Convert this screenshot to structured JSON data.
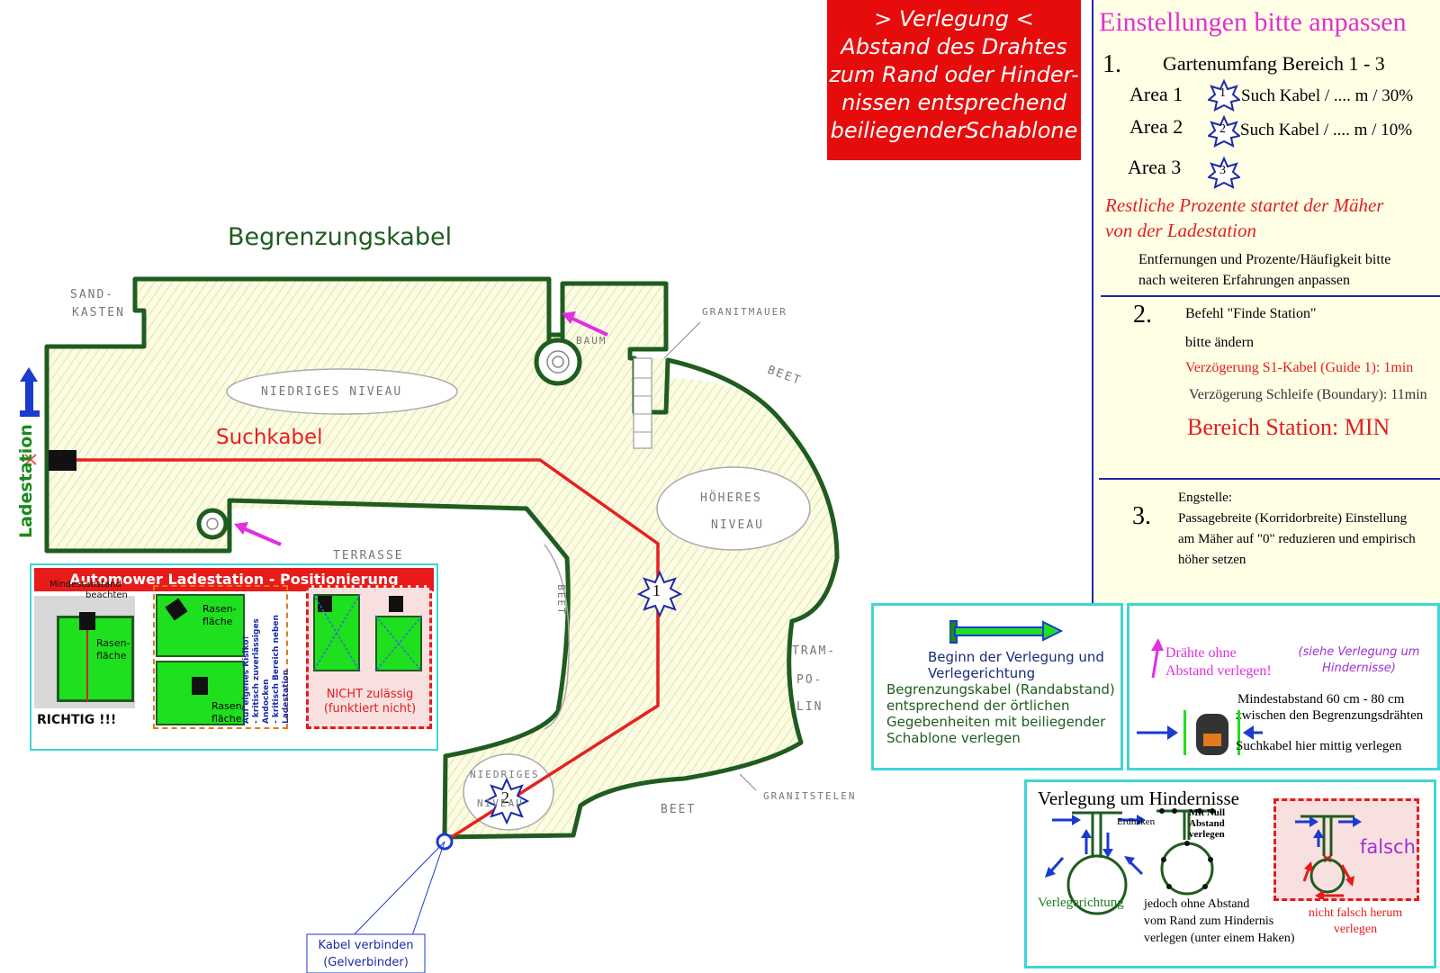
{
  "header": {
    "verlegung_lines": [
      "> Verlegung <",
      "Abstand des Drahtes",
      "zum Rand oder Hinder-",
      "nissen entsprechend",
      "beiliegenderSchablone"
    ]
  },
  "garden": {
    "title": "Begrenzungskabel",
    "guide_label": "Suchkabel",
    "station_label": "Ladestation",
    "connect_label_line1": "Kabel verbinden",
    "connect_label_line2": "(Gelverbinder)",
    "marker_1": "1",
    "marker_2": "2",
    "sketch": {
      "sandkasten_1": "SAND-",
      "sandkasten_2": "KASTEN",
      "baum": "BAUM",
      "granitmauer": "GRANITMAUER",
      "niedriges_niveau": "NIEDRIGES NIVEAU",
      "beet_top": "BEET",
      "hoeheres_1": "HÖHERES",
      "hoeheres_2": "NIVEAU",
      "terrasse": "TERRASSE",
      "beet_mid": "BEET",
      "tram_1": "TRAM-",
      "tram_2": "PO-",
      "tram_3": "LIN",
      "niedriges_2": "NIEDRIGES",
      "niedriges_3": "NIVEAU",
      "granitstelen": "GRANITSTELEN",
      "beet_bottom": "BEET"
    }
  },
  "settings": {
    "title": "Einstellungen bitte anpassen",
    "s1_num": "1.",
    "s1_title": "Gartenumfang Bereich 1 - 3",
    "areas": [
      {
        "label": "Area 1",
        "num": "1",
        "text": "Such Kabel / .... m / 30%"
      },
      {
        "label": "Area 2",
        "num": "2",
        "text": "Such Kabel / .... m / 10%"
      },
      {
        "label": "Area 3",
        "num": "3",
        "text": ""
      }
    ],
    "rest_line1": "Restliche Prozente  startet der Mäher",
    "rest_line2": "von der Ladestation",
    "note_line1": "Entfernungen und Prozente/Häufigkeit bitte",
    "note_line2": "nach weiteren Erfahrungen anpassen",
    "s2_num": "2.",
    "s2_line1": "Befehl \"Finde Station\"",
    "s2_line2": "bitte ändern",
    "s2_line3": "Verzögerung S1-Kabel (Guide 1): 1min",
    "s2_line4": "Verzögerung Schleife (Boundary): 11min",
    "s2_line5": "Bereich Station: MIN",
    "s3_num": "3.",
    "s3_line1": "Engstelle:",
    "s3_line2": "Passagebreite (Korridorbreite) Einstellung",
    "s3_line3": "am Mäher auf \"0\" reduzieren und empirisch",
    "s3_line4": "höher setzen"
  },
  "positioning": {
    "title": "Automower Ladestation - Positionierung",
    "min_line1": "Mindestabstand",
    "min_line2": "beachten",
    "rasen1": "Rasen-",
    "rasen2": "fläche",
    "richtig": "RICHTIG !!!",
    "risk_line1": "Auf eigenes Risiko!",
    "risk_line2": "- kritisch zuverlässiges Andocken",
    "risk_line3": "- kritisch Bereich neben Ladestation",
    "nicht1": "NICHT zulässig",
    "nicht2": "(funktiert nicht)"
  },
  "legend_start": {
    "line1": "Beginn der Verlegung und",
    "line2": "Verlegerichtung",
    "line3": "Begrenzungskabel (Randabstand)",
    "line4": "entsprechend der örtlichen",
    "line5": "Gegebenheiten mit beiliegender",
    "line6": "Schablone verlegen"
  },
  "legend_wires": {
    "line1": "Drähte ohne",
    "line2": "Abstand verlegen!",
    "see1": "(siehe Verlegung um",
    "see2": "Hindernisse)",
    "min1": "Mindestabstand 60 cm - 80 cm",
    "min2": "zwischen den Begrenzungsdrähten",
    "guide": "Suchkabel hier mittig verlegen"
  },
  "legend_obstacles": {
    "title": "Verlegung um Hindernisse",
    "dir": "Verlegerichtung",
    "erdhaken": "Erdhaken",
    "mitnull1": "Mit Null",
    "mitnull2": "Abstand",
    "mitnull3": "verlegen",
    "desc1": "jedoch ohne Abstand",
    "desc2": "vom Rand zum Hindernis",
    "desc3": "verlegen (unter einem Haken)",
    "falsch": "falsch",
    "nichtfalsch1": "nicht falsch herum",
    "nichtfalsch2": "verlegen"
  },
  "colors": {
    "boundary": "#1f5c1f",
    "guide": "#e8201e",
    "accent_blue": "#1a2aa8",
    "lawn": "#f4f6c8"
  }
}
